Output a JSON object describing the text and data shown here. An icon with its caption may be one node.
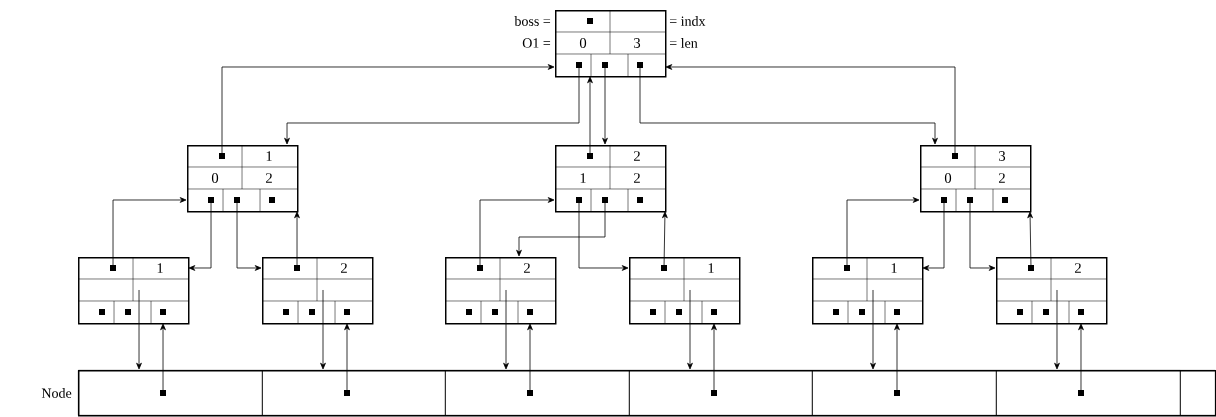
{
  "diagram": {
    "nodes": [
      {
        "text": [
          "0",
          "3"
        ],
        "beside": [
          "boss =",
          "= indx",
          "O1 =",
          "= len"
        ]
      },
      {
        "text": [
          "1",
          "0",
          "2"
        ]
      },
      {
        "text": [
          "2",
          "1",
          "2"
        ]
      },
      {
        "text": [
          "3",
          "0",
          "2"
        ]
      },
      {
        "text": [
          "1"
        ]
      },
      {
        "text": [
          "2"
        ]
      },
      {
        "text": [
          "2"
        ]
      },
      {
        "text": [
          "1"
        ]
      },
      {
        "text": [
          "1"
        ]
      },
      {
        "text": [
          "2"
        ]
      },
      {
        "text": [],
        "shape": "box",
        "beside": [
          "Node"
        ]
      },
      {
        "text": [],
        "shape": "box",
        "in": 10
      },
      {
        "text": [],
        "shape": "box",
        "in": 10
      },
      {
        "text": [],
        "shape": "box",
        "in": 10
      },
      {
        "text": [],
        "shape": "box",
        "in": 10
      },
      {
        "text": [],
        "shape": "box",
        "in": 10
      },
      {
        "text": [],
        "shape": "box",
        "in": 10
      },
      {
        "text": [],
        "shape": "box",
        "in": 10
      }
    ],
    "edges": [
      {
        "from": 0,
        "to": 1,
        "arrow": "to"
      },
      {
        "from": 1,
        "to": 0,
        "arrow": "to"
      },
      {
        "from": 0,
        "to": 2,
        "arrow": "to"
      },
      {
        "from": 2,
        "to": 0,
        "arrow": "to"
      },
      {
        "from": 0,
        "to": 3,
        "arrow": "to"
      },
      {
        "from": 3,
        "to": 0,
        "arrow": "to"
      },
      {
        "from": 4,
        "to": 1,
        "arrow": "to"
      },
      {
        "from": 1,
        "to": 4,
        "arrow": "to"
      },
      {
        "from": 1,
        "to": 5,
        "arrow": "to"
      },
      {
        "from": 5,
        "to": 1,
        "arrow": "to"
      },
      {
        "from": 6,
        "to": 2,
        "arrow": "to"
      },
      {
        "from": 2,
        "to": 6,
        "arrow": "to"
      },
      {
        "from": 2,
        "to": 7,
        "arrow": "to"
      },
      {
        "from": 7,
        "to": 2,
        "arrow": "to"
      },
      {
        "from": 8,
        "to": 3,
        "arrow": "to"
      },
      {
        "from": 3,
        "to": 8,
        "arrow": "to"
      },
      {
        "from": 3,
        "to": 9,
        "arrow": "to"
      },
      {
        "from": 9,
        "to": 3,
        "arrow": "to"
      },
      {
        "from": 4,
        "to": 11,
        "arrow": "to"
      },
      {
        "from": 11,
        "to": 4,
        "arrow": "to"
      },
      {
        "from": 5,
        "to": 12,
        "arrow": "to"
      },
      {
        "from": 12,
        "to": 5,
        "arrow": "to"
      },
      {
        "from": 6,
        "to": 13,
        "arrow": "to"
      },
      {
        "from": 13,
        "to": 6,
        "arrow": "to"
      },
      {
        "from": 7,
        "to": 14,
        "arrow": "to"
      },
      {
        "from": 14,
        "to": 7,
        "arrow": "to"
      },
      {
        "from": 8,
        "to": 15,
        "arrow": "to"
      },
      {
        "from": 15,
        "to": 8,
        "arrow": "to"
      },
      {
        "from": 9,
        "to": 16,
        "arrow": "to"
      },
      {
        "from": 16,
        "to": 9,
        "arrow": "to"
      }
    ]
  }
}
